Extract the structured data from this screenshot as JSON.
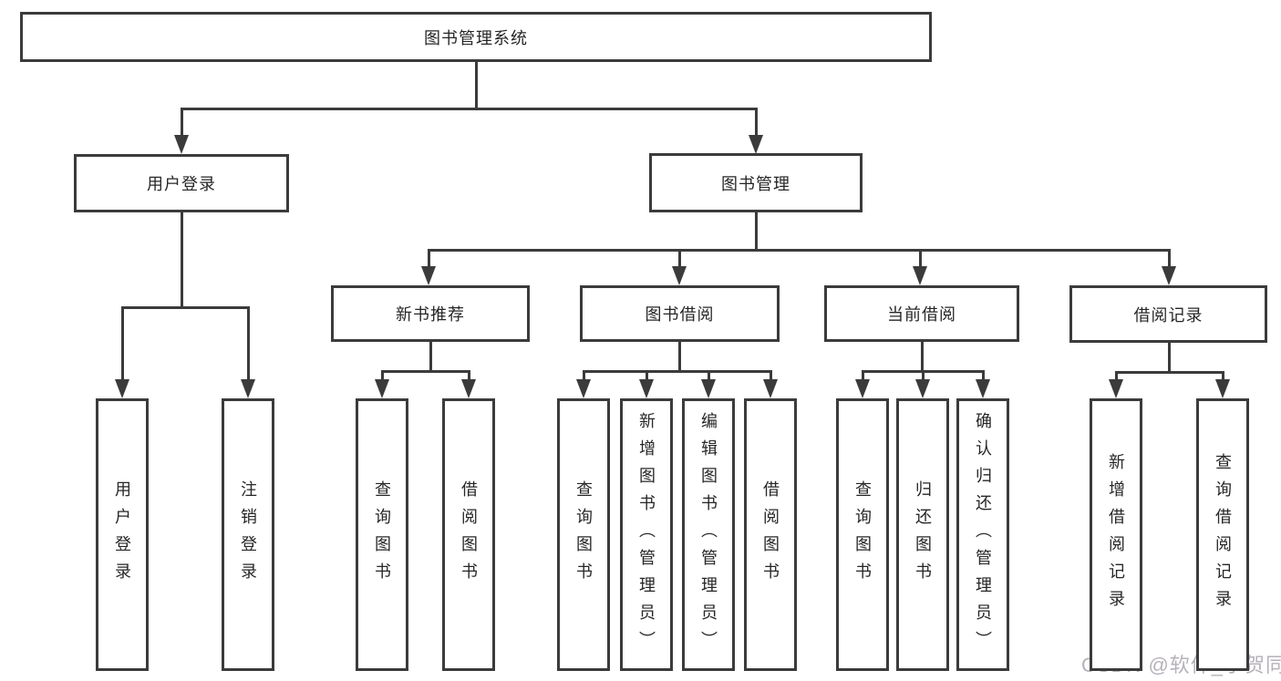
{
  "diagram": {
    "title": "图书管理系统",
    "nodes": {
      "root": {
        "label": "图书管理系统"
      },
      "user_login": {
        "label": "用户登录"
      },
      "book_mgmt": {
        "label": "图书管理"
      },
      "new_book_rec": {
        "label": "新书推荐"
      },
      "book_borrow": {
        "label": "图书借阅"
      },
      "current_borrow": {
        "label": "当前借阅"
      },
      "borrow_records": {
        "label": "借阅记录"
      },
      "leaf_user_login": {
        "label": "用户登录"
      },
      "leaf_logout": {
        "label": "注销登录"
      },
      "leaf_query_book_1": {
        "label": "查询图书"
      },
      "leaf_borrow_book_1": {
        "label": "借阅图书"
      },
      "leaf_query_book_2": {
        "label": "查询图书"
      },
      "leaf_add_book": {
        "label": "新增图书（管理员）"
      },
      "leaf_edit_book": {
        "label": "编辑图书（管理员）"
      },
      "leaf_borrow_book_2": {
        "label": "借阅图书"
      },
      "leaf_query_book_3": {
        "label": "查询图书"
      },
      "leaf_return_book": {
        "label": "归还图书"
      },
      "leaf_confirm_return": {
        "label": "确认归还（管理员）"
      },
      "leaf_add_borrow_record": {
        "label": "新增借阅记录"
      },
      "leaf_query_borrow_record": {
        "label": "查询借阅记录"
      }
    },
    "edges": [
      [
        "root",
        "user_login"
      ],
      [
        "root",
        "book_mgmt"
      ],
      [
        "user_login",
        "leaf_user_login"
      ],
      [
        "user_login",
        "leaf_logout"
      ],
      [
        "book_mgmt",
        "new_book_rec"
      ],
      [
        "book_mgmt",
        "book_borrow"
      ],
      [
        "book_mgmt",
        "current_borrow"
      ],
      [
        "book_mgmt",
        "borrow_records"
      ],
      [
        "new_book_rec",
        "leaf_query_book_1"
      ],
      [
        "new_book_rec",
        "leaf_borrow_book_1"
      ],
      [
        "book_borrow",
        "leaf_query_book_2"
      ],
      [
        "book_borrow",
        "leaf_add_book"
      ],
      [
        "book_borrow",
        "leaf_edit_book"
      ],
      [
        "book_borrow",
        "leaf_borrow_book_2"
      ],
      [
        "current_borrow",
        "leaf_query_book_3"
      ],
      [
        "current_borrow",
        "leaf_return_book"
      ],
      [
        "current_borrow",
        "leaf_confirm_return"
      ],
      [
        "borrow_records",
        "leaf_add_borrow_record"
      ],
      [
        "borrow_records",
        "leaf_query_borrow_record"
      ]
    ]
  },
  "watermark": {
    "text": "CSDN @软件_小贺同学"
  },
  "colors": {
    "line": "#3b3b3b",
    "text": "#262626",
    "background": "#ffffff",
    "watermark": "#b6b1ba"
  }
}
